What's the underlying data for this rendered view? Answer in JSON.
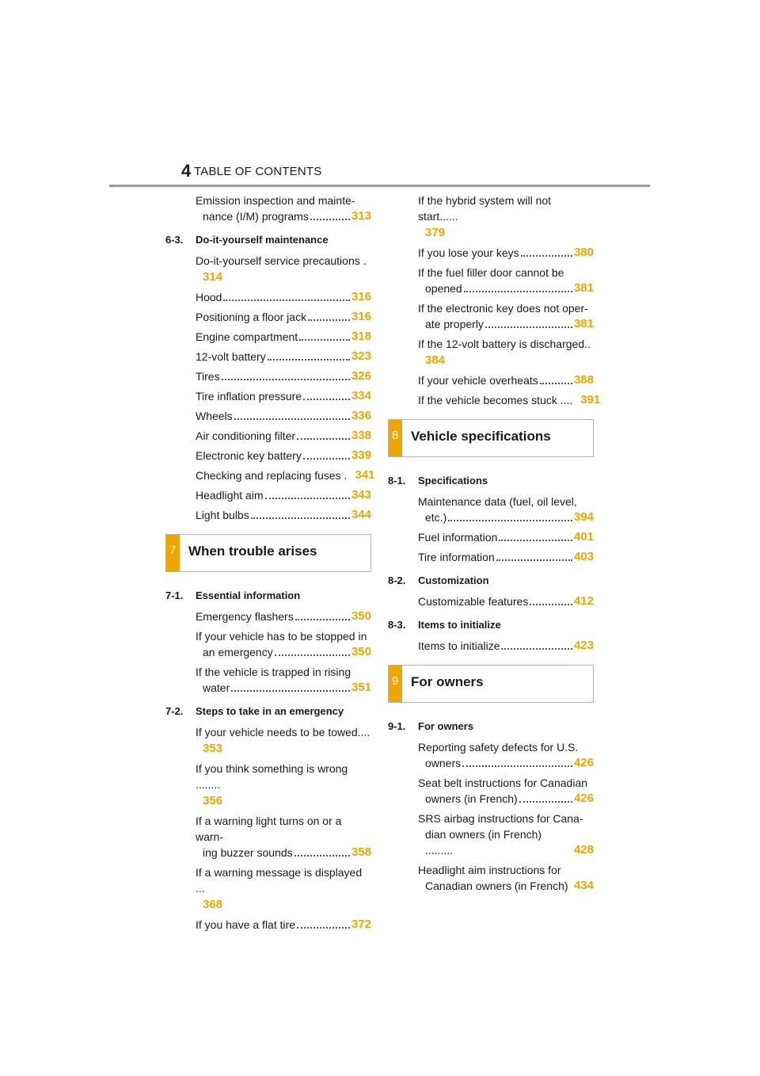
{
  "header": {
    "page_number": "4",
    "title": "TABLE OF CONTENTS"
  },
  "left": {
    "intro": {
      "line1": "Emission inspection and mainte-",
      "line2": "nance (I/M) programs",
      "page": "313"
    },
    "sec_6_3": {
      "num": "6-3.",
      "name": "Do-it-yourself maintenance"
    },
    "items_6_3": [
      {
        "line1": "Do-it-yourself service precautions .",
        "page": "314"
      },
      {
        "label": "Hood",
        "page": "316"
      },
      {
        "label": "Positioning a floor jack",
        "page": "316"
      },
      {
        "label": "Engine compartment",
        "page": "318"
      },
      {
        "label": "12-volt battery",
        "page": "323"
      },
      {
        "label": "Tires",
        "page": "326"
      },
      {
        "label": "Tire inflation pressure",
        "page": "334"
      },
      {
        "label": "Wheels",
        "page": "336"
      },
      {
        "label": "Air conditioning filter",
        "page": "338"
      },
      {
        "label": "Electronic key battery",
        "page": "339"
      },
      {
        "label": "Checking and replacing fuses .",
        "page": "341"
      },
      {
        "label": "Headlight aim",
        "page": "343"
      },
      {
        "label": "Light bulbs",
        "page": "344"
      }
    ],
    "chapter7": {
      "num": "7",
      "title": "When trouble arises"
    },
    "sec_7_1": {
      "num": "7-1.",
      "name": "Essential information"
    },
    "items_7_1": [
      {
        "label": "Emergency flashers",
        "page": "350"
      },
      {
        "line1": "If your vehicle has to be stopped in",
        "line2": "an emergency",
        "page": "350"
      },
      {
        "line1": "If the vehicle is trapped in rising",
        "line2": "water",
        "page": "351"
      }
    ],
    "sec_7_2": {
      "num": "7-2.",
      "name": "Steps to take in an emergency"
    },
    "items_7_2": [
      {
        "line1": "If your vehicle needs to be towed....",
        "page": "353"
      },
      {
        "line1": "If you think something is wrong ........",
        "page": "356"
      },
      {
        "line1": "If a warning light turns on or a warn-",
        "line2": "ing buzzer sounds",
        "page": "358"
      },
      {
        "line1": "If a warning message is displayed ...",
        "page": "368"
      },
      {
        "label": "If you have a flat tire",
        "page": "372"
      }
    ]
  },
  "right": {
    "items_top": [
      {
        "line1": "If the hybrid system will not start......",
        "page": "379"
      },
      {
        "label": "If you lose your keys",
        "page": "380"
      },
      {
        "line1": "If the fuel filler door cannot be",
        "line2": "opened",
        "page": "381"
      },
      {
        "line1": "If the electronic key does not oper-",
        "line2": "ate properly",
        "page": "381"
      },
      {
        "line1": "If the 12-volt battery is discharged..",
        "page": "384"
      },
      {
        "label": "If your vehicle overheats",
        "page": "388"
      },
      {
        "label": "If the vehicle becomes stuck ....",
        "page": "391"
      }
    ],
    "chapter8": {
      "num": "8",
      "title": "Vehicle specifications"
    },
    "sec_8_1": {
      "num": "8-1.",
      "name": "Specifications"
    },
    "items_8_1": [
      {
        "line1": "Maintenance data (fuel, oil level,",
        "line2": "etc.)",
        "page": "394"
      },
      {
        "label": "Fuel information",
        "page": "401"
      },
      {
        "label": "Tire information",
        "page": "403"
      }
    ],
    "sec_8_2": {
      "num": "8-2.",
      "name": "Customization"
    },
    "items_8_2": [
      {
        "label": "Customizable features",
        "page": "412"
      }
    ],
    "sec_8_3": {
      "num": "8-3.",
      "name": "Items to initialize"
    },
    "items_8_3": [
      {
        "label": "Items to initialize",
        "page": "423"
      }
    ],
    "chapter9": {
      "num": "9",
      "title": "For owners"
    },
    "sec_9_1": {
      "num": "9-1.",
      "name": "For owners"
    },
    "items_9_1": [
      {
        "line1": "Reporting safety defects for U.S.",
        "line2": "owners",
        "page": "426"
      },
      {
        "line1": "Seat belt instructions for Canadian",
        "line2": "owners (in French)",
        "page": "426"
      },
      {
        "line1": "SRS airbag instructions for Cana-",
        "line2": "dian owners (in French) .........",
        "page": "428"
      },
      {
        "line1": "Headlight aim instructions for",
        "line2": "Canadian owners (in French)",
        "page": "434"
      }
    ]
  },
  "colors": {
    "accent": "#f0a500",
    "rule": "#9a9a9a",
    "box_border": "#b3b3b3"
  }
}
